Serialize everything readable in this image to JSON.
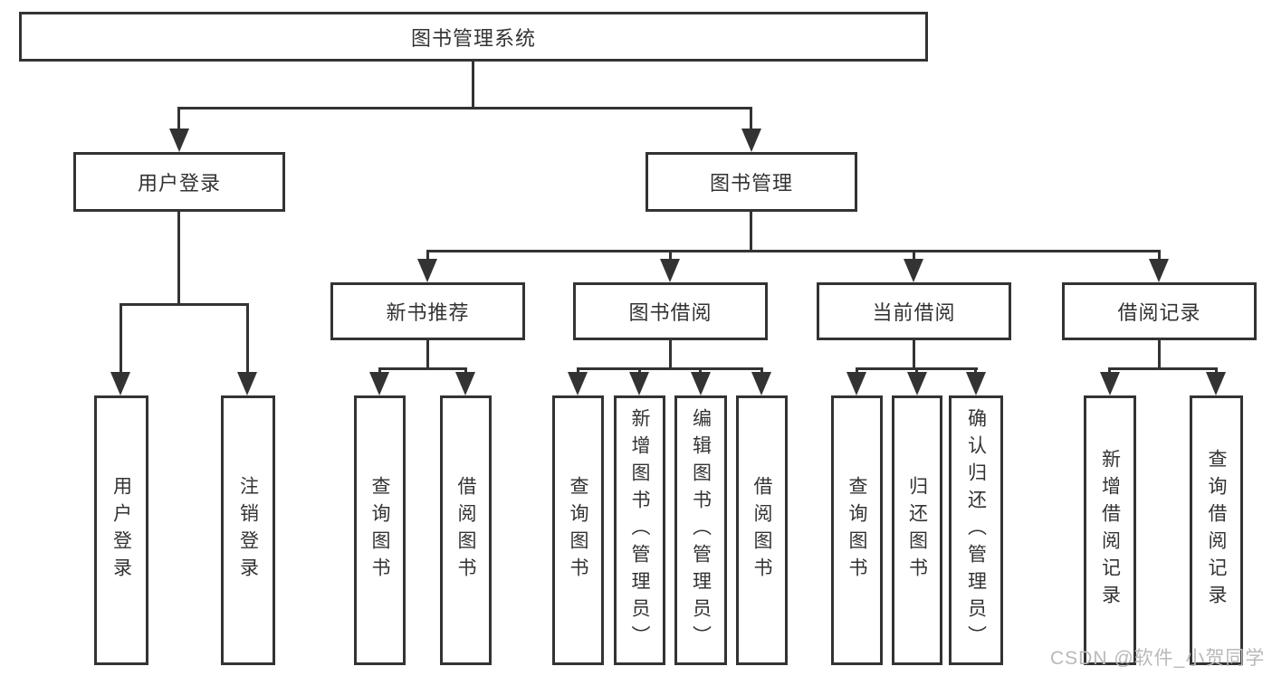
{
  "diagram_title": "图书管理系统",
  "colors": {
    "line": "#333333",
    "box_background": "#ffffff",
    "text": "#333333",
    "watermark": "#b9b9b9"
  },
  "watermark": {
    "text": "CSDN @软件_小贺同学"
  },
  "nodes": {
    "root": {
      "label": "图书管理系统",
      "children": [
        "user_login",
        "book_mgmt"
      ]
    },
    "user_login": {
      "label": "用户登录",
      "children": [
        "leaf_user_login",
        "leaf_logout"
      ]
    },
    "book_mgmt": {
      "label": "图书管理",
      "children": [
        "new_book_rec",
        "book_borrow",
        "current_borrow",
        "borrow_record"
      ]
    },
    "new_book_rec": {
      "label": "新书推荐",
      "children": [
        "nb_query",
        "nb_borrow"
      ]
    },
    "book_borrow": {
      "label": "图书借阅",
      "children": [
        "bb_query",
        "bb_add",
        "bb_edit",
        "bb_borrow"
      ]
    },
    "current_borrow": {
      "label": "当前借阅",
      "children": [
        "cb_query",
        "cb_return",
        "cb_confirm"
      ]
    },
    "borrow_record": {
      "label": "借阅记录",
      "children": [
        "br_add",
        "br_query"
      ]
    },
    "leaf_user_login": {
      "label": "用户登录"
    },
    "leaf_logout": {
      "label": "注销登录"
    },
    "nb_query": {
      "label": "查询图书"
    },
    "nb_borrow": {
      "label": "借阅图书"
    },
    "bb_query": {
      "label": "查询图书"
    },
    "bb_add": {
      "label": "新增图书（管理员）"
    },
    "bb_edit": {
      "label": "编辑图书（管理员）"
    },
    "bb_borrow": {
      "label": "借阅图书"
    },
    "cb_query": {
      "label": "查询图书"
    },
    "cb_return": {
      "label": "归还图书"
    },
    "cb_confirm": {
      "label": "确认归还（管理员）"
    },
    "br_add": {
      "label": "新增借阅记录"
    },
    "br_query": {
      "label": "查询借阅记录"
    }
  }
}
